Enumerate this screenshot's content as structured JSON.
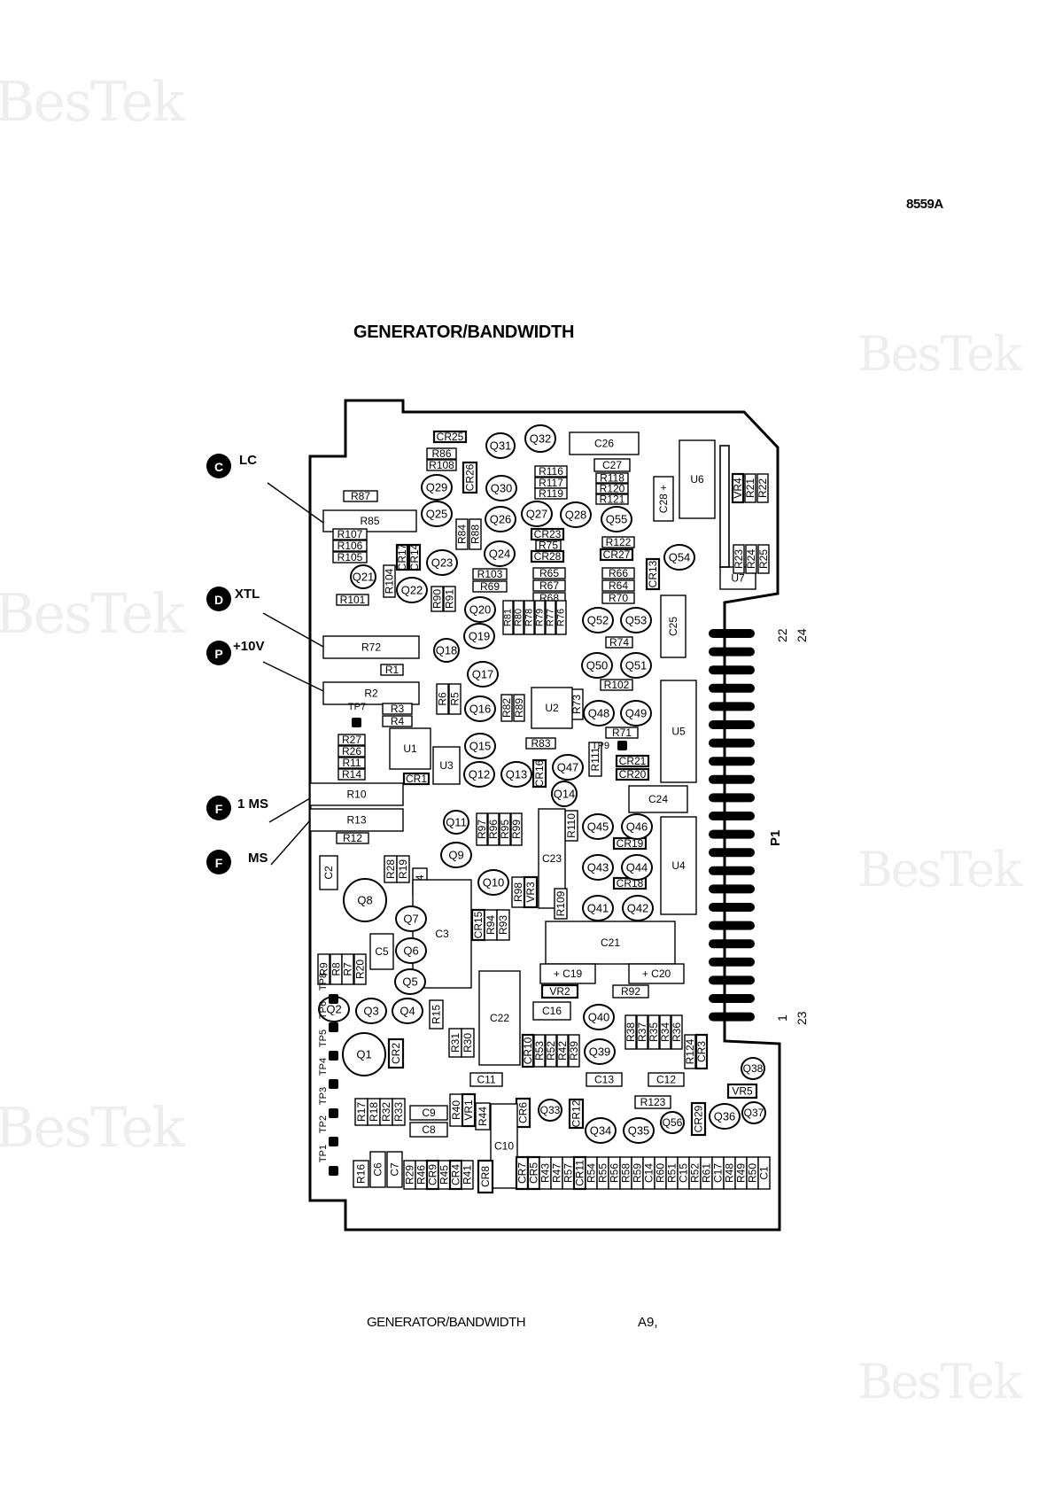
{
  "header": {
    "model": "8559A",
    "title": "GENERATOR/BANDWIDTH"
  },
  "footer": {
    "title": "GENERATOR/BANDWIDTH",
    "page": "A9,"
  },
  "watermark": {
    "text": "BesTek"
  },
  "callouts": [
    {
      "letter": "C",
      "label": "LC"
    },
    {
      "letter": "D",
      "label": "XTL"
    },
    {
      "letter": "P",
      "label": "+10V"
    },
    {
      "letter": "F",
      "label": "1 MS"
    },
    {
      "letter": "F",
      "label": "MS"
    }
  ],
  "connector": {
    "name": "P1",
    "pins_top": [
      "22",
      "24"
    ],
    "pins_bottom": [
      "1",
      "23"
    ]
  },
  "test_points": [
    "TP1",
    "TP2",
    "TP3",
    "TP4",
    "TP5",
    "TP6",
    "TP8",
    "TP7",
    "TP9"
  ],
  "components": {
    "boxes": [
      "CR25",
      "R86",
      "R108",
      "CR26",
      "R87",
      "R85",
      "R116",
      "R117",
      "R119",
      "C26",
      "C27",
      "R118",
      "R120",
      "R121",
      "C28 +",
      "U6",
      "VR4",
      "R21",
      "R22",
      "R107",
      "R106",
      "R105",
      "CR17",
      "CR14",
      "R84",
      "R88",
      "CR23",
      "R75",
      "CR28",
      "R122",
      "CR27",
      "CR13",
      "U7",
      "R23",
      "R24",
      "R25",
      "R104",
      "R101",
      "R90",
      "R91",
      "R103",
      "R69",
      "R65",
      "R67",
      "R68",
      "R66",
      "R64",
      "R70",
      "C25",
      "R72",
      "R81",
      "R80",
      "R78",
      "R79",
      "R77",
      "R76",
      "R74",
      "R1",
      "R2",
      "R6",
      "R5",
      "R82",
      "R89",
      "R73",
      "R102",
      "R3",
      "R4",
      "R71",
      "U5",
      "R27",
      "R26",
      "R11",
      "R14",
      "R83",
      "CR16",
      "R111",
      "CR21",
      "CR20",
      "R10",
      "CR1",
      "C24",
      "R13",
      "R12",
      "R97",
      "R96",
      "R95",
      "R99",
      "R110",
      "CR19",
      "U4",
      "C2",
      "R28",
      "R19",
      "C4",
      "C23",
      "CR18",
      "R98",
      "VR3",
      "R109",
      "C3",
      "CR15",
      "R94",
      "R93",
      "C21",
      "R9",
      "R8",
      "R7",
      "R20",
      "C5",
      "+ C19",
      "+ C20",
      "VR2",
      "R92",
      "R15",
      "C22",
      "C16",
      "R31",
      "R30",
      "CR2",
      "R38",
      "R37",
      "R35",
      "R34",
      "R36",
      "CR10",
      "R53",
      "R52",
      "R42",
      "R39",
      "R124",
      "CR3",
      "C11",
      "C13",
      "C12",
      "VR5",
      "R17",
      "R18",
      "R32",
      "R33",
      "C9",
      "C8",
      "R40",
      "VR1",
      "R44",
      "CR6",
      "CR12",
      "R123",
      "CR29",
      "C10",
      "R16",
      "C6",
      "C7",
      "R29",
      "R46",
      "CR9",
      "R45",
      "CR4",
      "R41",
      "CR8",
      "CR7",
      "CR5",
      "R43",
      "R47",
      "R57",
      "CR11",
      "R54",
      "R55",
      "R56",
      "R58",
      "R59",
      "C14",
      "R60",
      "R51",
      "C15",
      "R52",
      "R61",
      "C17",
      "R48",
      "R49",
      "R50",
      "C1",
      "U3",
      "U2",
      "U1"
    ],
    "transistors": [
      "Q31",
      "Q32",
      "Q29",
      "Q30",
      "Q25",
      "Q26",
      "Q27",
      "Q28",
      "Q55",
      "Q24",
      "Q23",
      "Q54",
      "Q21",
      "Q22",
      "Q20",
      "Q52",
      "Q53",
      "Q19",
      "Q18",
      "Q50",
      "Q51",
      "Q17",
      "Q16",
      "Q48",
      "Q49",
      "Q15",
      "Q12",
      "Q13",
      "Q47",
      "Q14",
      "Q11",
      "Q45",
      "Q46",
      "Q9",
      "Q43",
      "Q44",
      "Q10",
      "Q41",
      "Q42",
      "Q8",
      "Q7",
      "Q6",
      "Q5",
      "Q2",
      "Q3",
      "Q4",
      "Q40",
      "Q1",
      "Q39",
      "Q38",
      "Q33",
      "Q34",
      "Q35",
      "Q56",
      "Q36",
      "Q37"
    ]
  }
}
